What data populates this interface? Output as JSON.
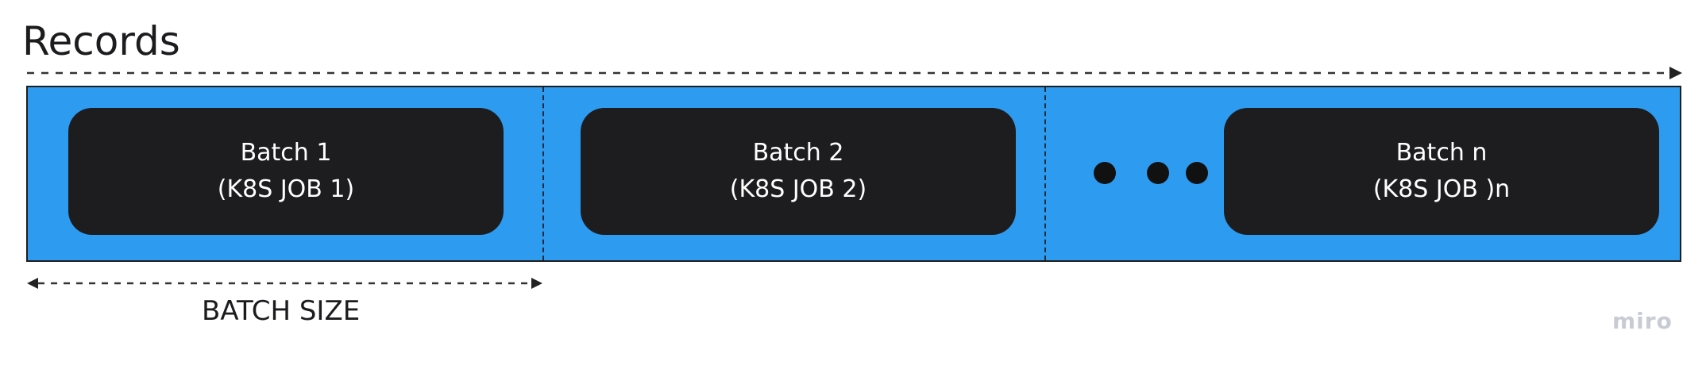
{
  "diagram": {
    "title": "Records",
    "batches": [
      {
        "name": "Batch 1",
        "job": "(K8S JOB 1)"
      },
      {
        "name": "Batch 2",
        "job": "(K8S JOB 2)"
      },
      {
        "name": "Batch n",
        "job": "(K8S JOB )n"
      }
    ],
    "size_label": "BATCH SIZE",
    "colors": {
      "bar": "#2d9bf0",
      "batch_box": "#1d1d1f",
      "batch_text": "#ffffff"
    }
  },
  "watermark": "miro"
}
